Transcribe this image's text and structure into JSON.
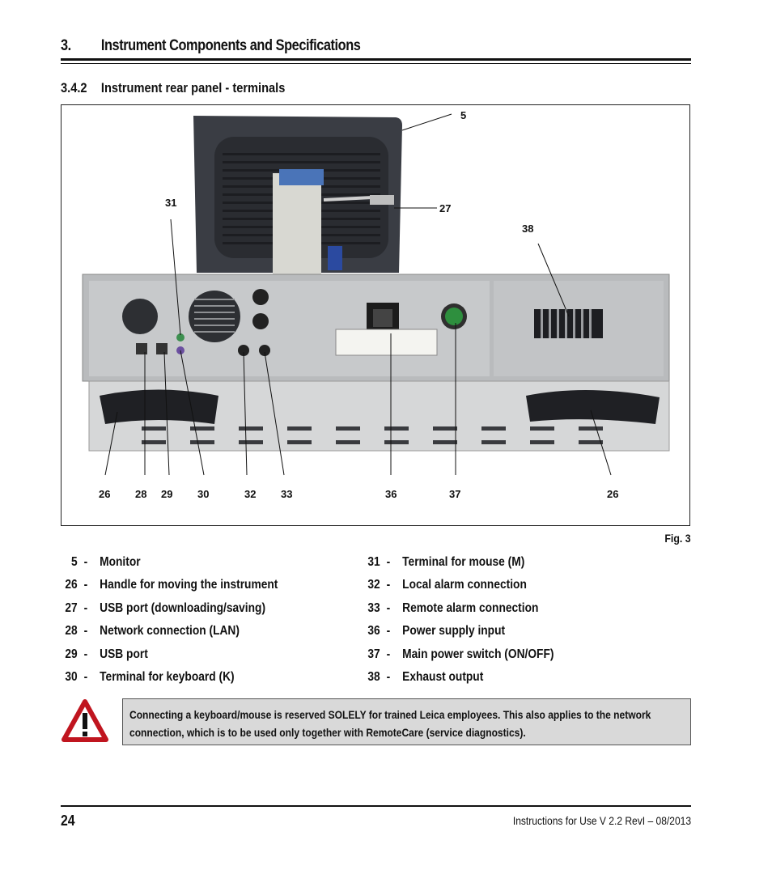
{
  "header": {
    "section_number": "3.",
    "section_title": "Instrument Components and Specifications"
  },
  "subsection": {
    "number": "3.4.2",
    "title": "Instrument rear panel - terminals"
  },
  "figure": {
    "callouts": {
      "c5": "5",
      "c27": "27",
      "c31": "31",
      "c38": "38",
      "c26a": "26",
      "c28": "28",
      "c29": "29",
      "c30": "30",
      "c32": "32",
      "c33": "33",
      "c36": "36",
      "c37": "37",
      "c26b": "26"
    },
    "caption": "Fig. 3"
  },
  "legend": {
    "left": [
      {
        "num": "5",
        "dash": "-",
        "text": "Monitor"
      },
      {
        "num": "26",
        "dash": "-",
        "text": "Handle for moving the instrument"
      },
      {
        "num": "27",
        "dash": "-",
        "text": "USB port (downloading/saving)"
      },
      {
        "num": "28",
        "dash": "-",
        "text": "Network connection (LAN)"
      },
      {
        "num": "29",
        "dash": "-",
        "text": "USB port"
      },
      {
        "num": "30",
        "dash": "-",
        "text": "Terminal for keyboard (K)"
      }
    ],
    "right": [
      {
        "num": "31",
        "dash": "-",
        "text": "Terminal for mouse (M)"
      },
      {
        "num": "32",
        "dash": "-",
        "text": "Local alarm connection"
      },
      {
        "num": "33",
        "dash": "-",
        "text": "Remote alarm connection"
      },
      {
        "num": "36",
        "dash": "-",
        "text": "Power supply input"
      },
      {
        "num": "37",
        "dash": "-",
        "text": "Main power switch (ON/OFF)"
      },
      {
        "num": "38",
        "dash": "-",
        "text": "Exhaust output"
      }
    ]
  },
  "warning": {
    "text": "Connecting a keyboard/mouse is reserved SOLELY for trained Leica employees. This also applies to the network connection, which is to be used only together with RemoteCare (service diagnostics)."
  },
  "footer": {
    "page_number": "24",
    "document": "Instructions for Use V 2.2 RevI – 08/2013"
  },
  "colors": {
    "warning_red": "#c0151f",
    "warning_bg": "#d9d9d9"
  }
}
